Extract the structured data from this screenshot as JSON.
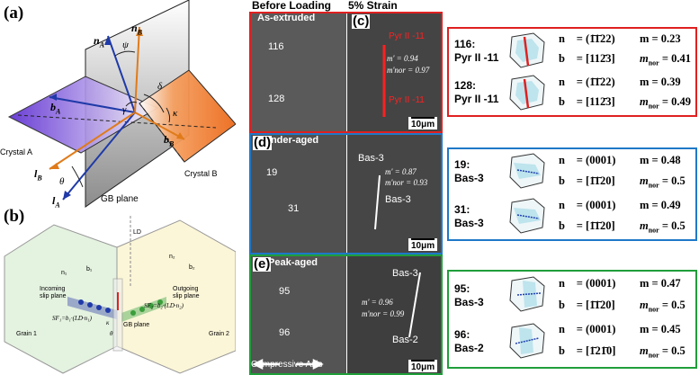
{
  "panels": {
    "a": {
      "label": "(a)",
      "labels": {
        "nA": "n",
        "nA_sub": "A",
        "nB": "n",
        "nB_sub": "B",
        "psi": "ψ",
        "delta": "δ",
        "bA": "b",
        "bA_sub": "A",
        "bB": "b",
        "bB_sub": "B",
        "gamma": "γ",
        "kappa": "κ",
        "crystalA": "Crystal A",
        "crystalB": "Crystal B",
        "lB": "l",
        "lB_sub": "B",
        "lA": "l",
        "lA_sub": "A",
        "theta": "θ",
        "gbplane": "GB plane"
      }
    },
    "b": {
      "label": "(b)",
      "labels": {
        "ld": "LD",
        "incoming": "Incoming slip plane",
        "outgoing": "Outgoing slip plane",
        "sf1": "SF₁=b₁·(LD·n₁)",
        "sf2": "SF₂=b₂·(LD·n₂)",
        "gbplane": "GB plane",
        "grain1": "Grain 1",
        "grain2": "Grain 2",
        "n1": "n₁",
        "b1": "b₁",
        "n2": "n₂",
        "b2": "b₂",
        "theta": "θ",
        "kappa": "κ"
      }
    }
  },
  "headers": {
    "before": "Before Loading",
    "after": "5% Strain"
  },
  "rows": [
    {
      "label": "(c)",
      "condition": "As-extruded",
      "color": "#e02020",
      "scale": "10μm",
      "grains": [
        "116",
        "128"
      ],
      "overlay": {
        "sys1": "Pyr II -11",
        "sys2": "Pyr II -11",
        "m_prime": "m' = 0.94",
        "m_nor": "m'nor = 0.97"
      },
      "entries": [
        {
          "label": "116:",
          "system": "Pyr II -11",
          "n": "n⃗ = (1̄1̄22)",
          "m": "m = 0.23",
          "b": "b⃗ = [112̄3]",
          "mnor": "m",
          "mnor_sub": "nor",
          "mnor_val": "= 0.41"
        },
        {
          "label": "128:",
          "system": "Pyr II -11",
          "n": "n⃗ = (1̄1̄22)",
          "m": "m = 0.39",
          "b": "b⃗ = [112̄3]",
          "mnor": "m",
          "mnor_sub": "nor",
          "mnor_val": "= 0.49"
        }
      ]
    },
    {
      "label": "(d)",
      "condition": "Under-aged",
      "color": "#1f78c8",
      "scale": "10μm",
      "grains": [
        "19",
        "31"
      ],
      "overlay": {
        "sys1": "Bas-3",
        "sys2": "Bas-3",
        "m_prime": "m' = 0.87",
        "m_nor": "m'nor = 0.93"
      },
      "entries": [
        {
          "label": "19:",
          "system": "Bas-3",
          "n": "n⃗ = (0001)",
          "m": "m = 0.48",
          "b": "b⃗ = [1̄1̄20]",
          "mnor": "m",
          "mnor_sub": "nor",
          "mnor_val": "= 0.5"
        },
        {
          "label": "31:",
          "system": "Bas-3",
          "n": "n⃗ = (0001)",
          "m": "m = 0.49",
          "b": "b⃗ = [1̄1̄20]",
          "mnor": "m",
          "mnor_sub": "nor",
          "mnor_val": "= 0.5"
        }
      ]
    },
    {
      "label": "(e)",
      "condition": "Peak-aged",
      "color": "#1f9e3a",
      "scale": "10μm",
      "grains": [
        "95",
        "96"
      ],
      "overlay": {
        "sys1": "Bas-3",
        "sys2": "Bas-2",
        "m_prime": "m' = 0.96",
        "m_nor": "m'nor = 0.99"
      },
      "axis": "Compressive Axis",
      "entries": [
        {
          "label": "95:",
          "system": "Bas-3",
          "n": "n⃗ = (0001)",
          "m": "m = 0.47",
          "b": "b⃗ = [1̄1̄20]",
          "mnor": "m",
          "mnor_sub": "nor",
          "mnor_val": "= 0.5"
        },
        {
          "label": "96:",
          "system": "Bas-2",
          "n": "n⃗ = (0001)",
          "m": "m = 0.45",
          "b": "b⃗ = [1̄21̄0]",
          "mnor": "m",
          "mnor_sub": "nor",
          "mnor_val": "= 0.5"
        }
      ]
    }
  ]
}
